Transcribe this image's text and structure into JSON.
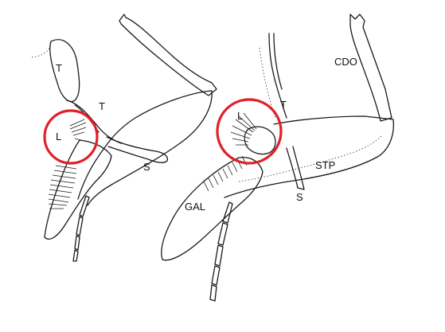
{
  "figure": {
    "left_panel": {
      "labels": {
        "tergite": "T",
        "tergite_lower": "T",
        "lacinia": "L",
        "stipes": "S"
      }
    },
    "right_panel": {
      "labels": {
        "cardo": "CDO",
        "tergite": "T",
        "lacinia": "L",
        "stipes_label": "STP",
        "stipes": "S",
        "galea": "GAL"
      }
    },
    "highlight_color": "#e0202a"
  }
}
